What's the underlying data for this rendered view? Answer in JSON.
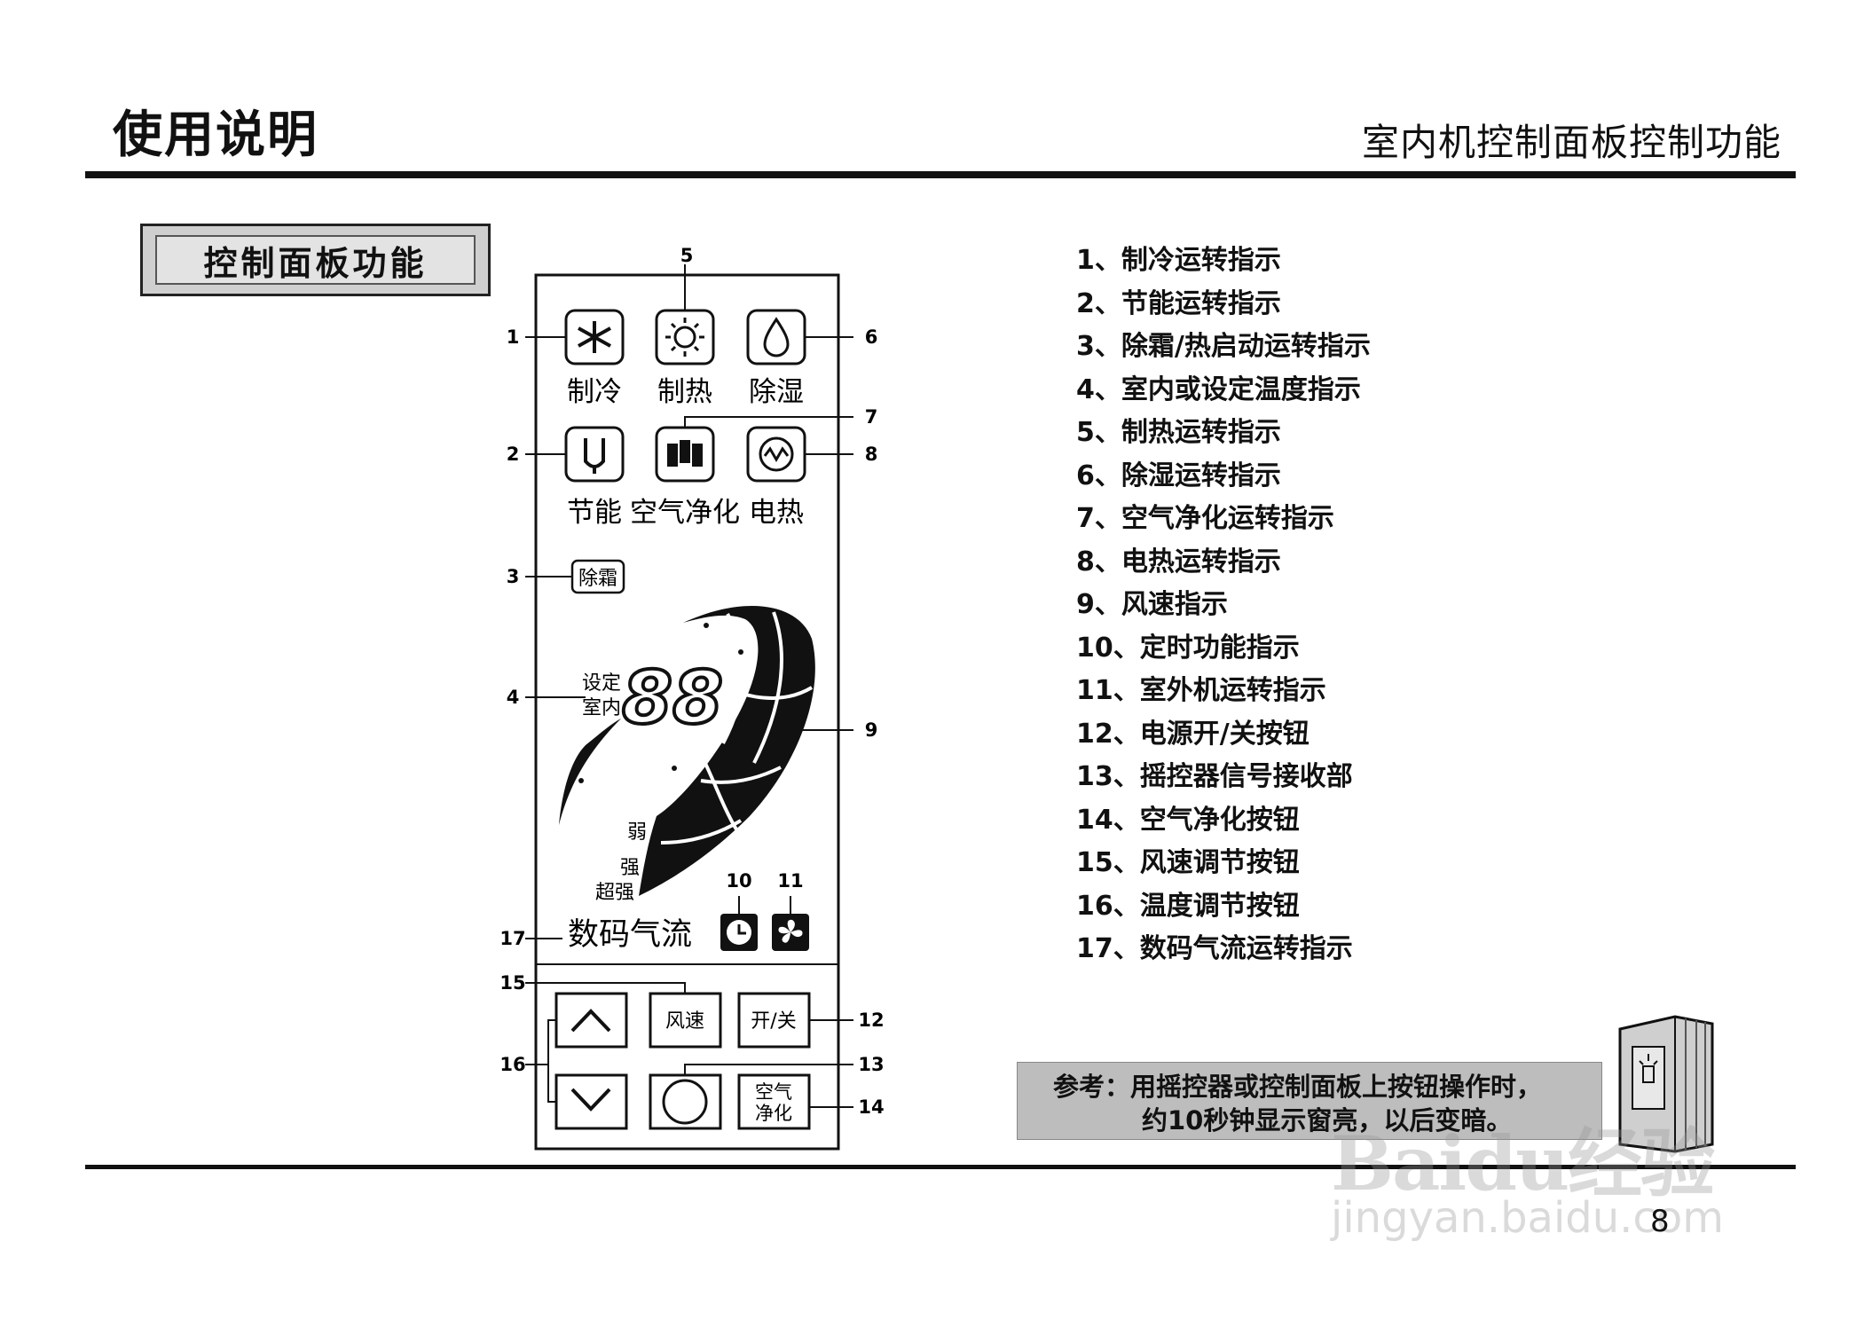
{
  "header": {
    "title": "使用说明",
    "section": "室内机控制面板控制功能"
  },
  "label_box": "控制面板功能",
  "panel": {
    "mode_buttons": [
      {
        "label": "制冷",
        "icon": "snowflake-icon"
      },
      {
        "label": "制热",
        "icon": "sun-icon"
      },
      {
        "label": "除湿",
        "icon": "droplet-icon"
      }
    ],
    "func_buttons": [
      {
        "label": "节能",
        "icon": "plug-icon"
      },
      {
        "label": "空气净化",
        "icon": "air-purify-icon"
      },
      {
        "label": "电热",
        "icon": "heater-icon"
      }
    ],
    "defrost": "除霜",
    "temp_labels": [
      "设定",
      "室内"
    ],
    "temp_digits": "88",
    "fan_speeds": [
      "弱",
      "强",
      "超强"
    ],
    "airflow": "数码气流",
    "buttons": {
      "wind": "风速",
      "power": "开/关",
      "purify_line1": "空气",
      "purify_line2": "净化"
    },
    "callouts": [
      "1",
      "2",
      "3",
      "4",
      "5",
      "6",
      "7",
      "8",
      "9",
      "10",
      "11",
      "12",
      "13",
      "14",
      "15",
      "16",
      "17"
    ]
  },
  "features": [
    "1、制冷运转指示",
    "2、节能运转指示",
    "3、除霜/热启动运转指示",
    "4、室内或设定温度指示",
    "5、制热运转指示",
    "6、除湿运转指示",
    "7、空气净化运转指示",
    "8、电热运转指示",
    "9、风速指示",
    "10、定时功能指示",
    "11、室外机运转指示",
    "12、电源开/关按钮",
    "13、摇控器信号接收部",
    "14、空气净化按钮",
    "15、风速调节按钮",
    "16、温度调节按钮",
    "17、数码气流运转指示"
  ],
  "note": {
    "line1": "参考：用摇控器或控制面板上按钮操作时，",
    "line2": "约10秒钟显示窗亮，以后变暗。"
  },
  "page_number": "8",
  "watermark": {
    "line1": "Baidu经验",
    "line2": "jingyan.baidu.com"
  }
}
